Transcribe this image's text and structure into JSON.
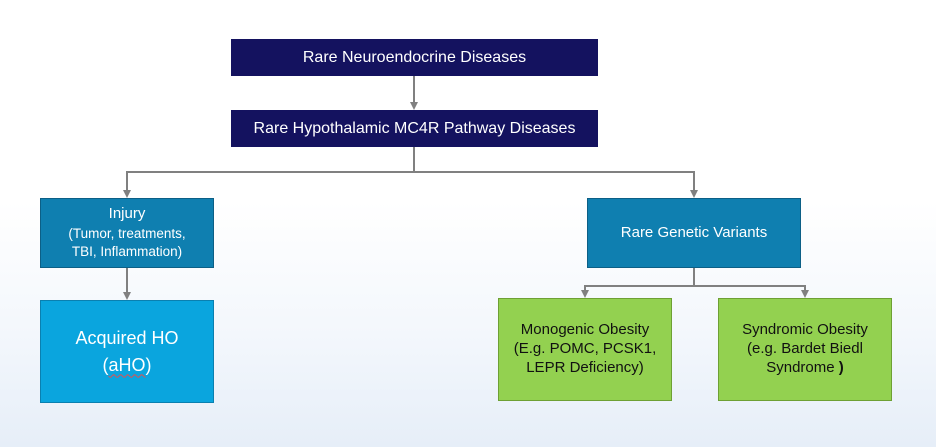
{
  "nodes": {
    "root": {
      "label": "Rare Neuroendocrine Diseases"
    },
    "pathway": {
      "label": "Rare Hypothalamic MC4R Pathway Diseases"
    },
    "injury": {
      "title": "Injury",
      "detail_line1": "(Tumor, treatments,",
      "detail_line2": "TBI, Inflammation)"
    },
    "genetic": {
      "label": "Rare Genetic Variants"
    },
    "acquired": {
      "line1": "Acquired HO",
      "line2_open": "(",
      "line2_abbr": "aHO",
      "line2_close": ")"
    },
    "monogenic": {
      "line1": "Monogenic Obesity",
      "line2": "(E.g. POMC, PCSK1,",
      "line3": "LEPR Deficiency)"
    },
    "syndromic": {
      "line1": "Syndromic Obesity",
      "line2": "(e.g. Bardet Biedl",
      "line3": "Syndrome",
      "line3_close": ")"
    }
  },
  "colors": {
    "navy": "#14125f",
    "teal": "#0f7fb0",
    "cyan": "#0aa5de",
    "green": "#93d150",
    "connector": "#808080"
  }
}
